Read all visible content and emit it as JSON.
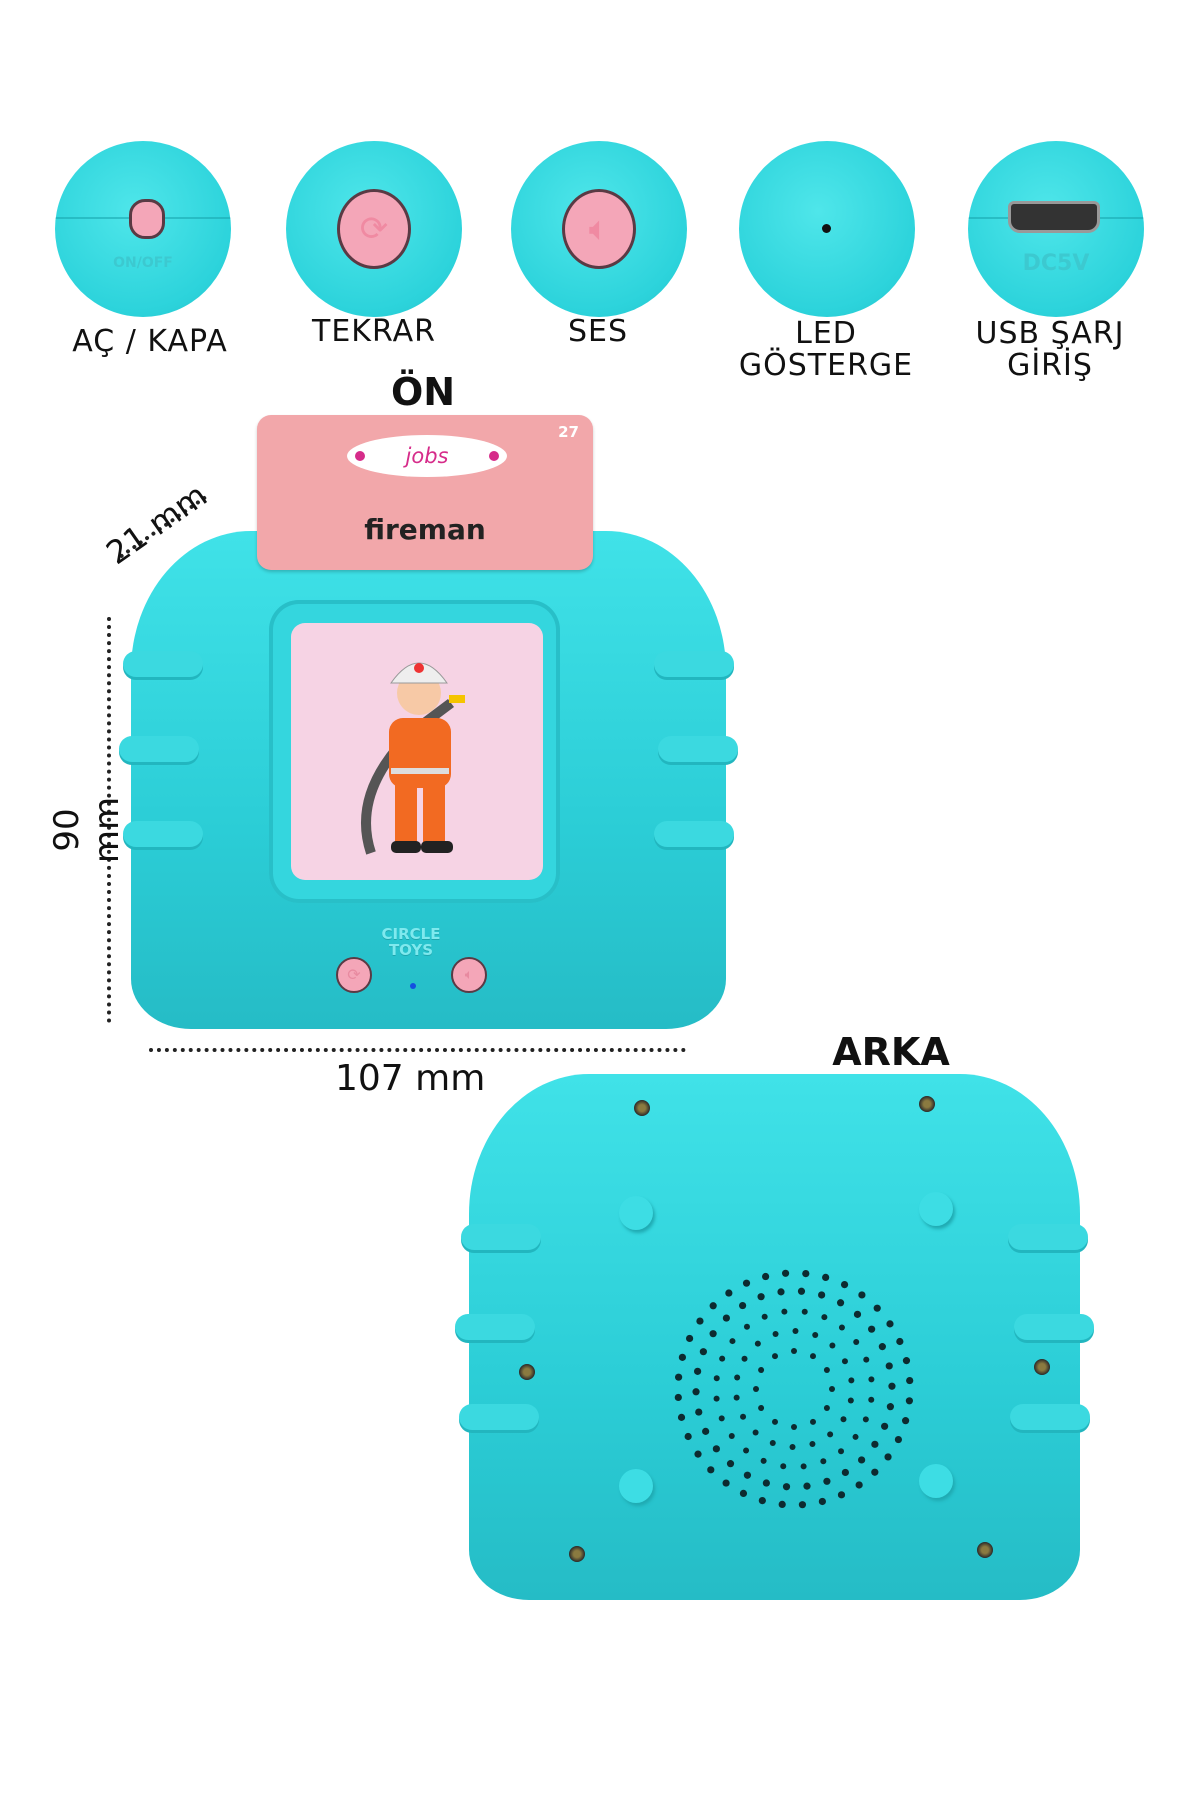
{
  "features": [
    {
      "label": "AÇ / KAPA",
      "icon": "switch-icon",
      "print": "ON/OFF"
    },
    {
      "label": "TEKRAR",
      "icon": "repeat-icon"
    },
    {
      "label": "SES",
      "icon": "speaker-icon"
    },
    {
      "label": "LED\nGÖSTERGE",
      "icon": "led-icon"
    },
    {
      "label": "USB ŞARJ\nGİRİŞ",
      "icon": "usb-port-icon",
      "print": "DC5V"
    }
  ],
  "front": {
    "title": "ÖN",
    "card": {
      "category": "jobs",
      "number": "27",
      "word": "fireman"
    },
    "brand": "CIRCLE TOYS"
  },
  "dimensions": {
    "depth": "21 mm",
    "height": "90 mm",
    "width": "107 mm"
  },
  "back": {
    "title": "ARKA"
  },
  "colors": {
    "device": "#2cd3db",
    "button": "#f4a6b8",
    "card": "#f2a7aa",
    "accent": "#d62c8a"
  }
}
